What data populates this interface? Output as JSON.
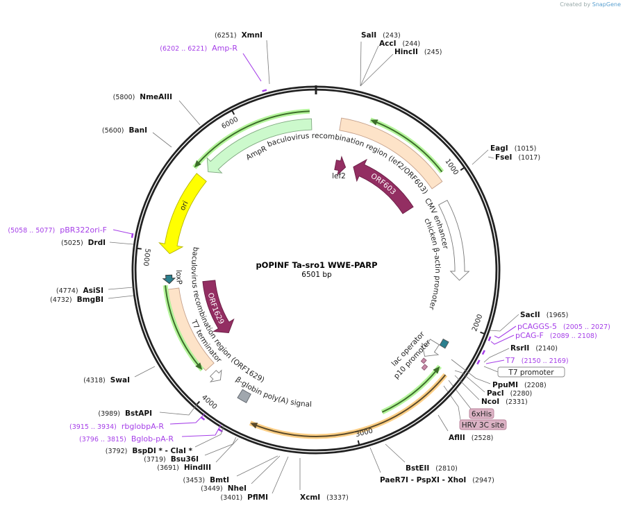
{
  "branding": {
    "prefix": "Created by",
    "brand": "SnapGene"
  },
  "map": {
    "name": "pOPINF Ta-sro1 WWE-PARP",
    "length_label": "6501 bp",
    "total_bp": 6501
  },
  "ticks": [
    "1000",
    "2000",
    "3000",
    "4000",
    "5000",
    "6000"
  ],
  "colors": {
    "primer": "#a53ee8",
    "orf_green": "#3d6e2a",
    "orf_glow_green": "#b5f59c",
    "orf_orange": "#5a4a2a",
    "orf_glow_orange": "#fdcf86",
    "ring": "#222222"
  },
  "features": [
    {
      "label": "AmpR",
      "start": 5640,
      "end": 6470,
      "direction": -1,
      "fill": "#ccf9cc",
      "stroke": "#7fa87f"
    },
    {
      "label": "",
      "start": 5600,
      "end": 6460,
      "direction": -1,
      "kind": "orf-green"
    },
    {
      "label": "ori",
      "start": 4990,
      "end": 5580,
      "direction": -1,
      "fill": "#ffff00",
      "stroke": "#b5b500"
    },
    {
      "label": "baculovirus recombination region (lef2/ORF603)",
      "start": 172,
      "end": 993,
      "direction": 0,
      "fill": "#fde3c8",
      "stroke": "#c49f8a"
    },
    {
      "label": "",
      "start": 360,
      "end": 940,
      "direction": -1,
      "kind": "orf-green"
    },
    {
      "label": "lef2",
      "start": 190,
      "end": 290,
      "direction": 1,
      "fill": "#932e62",
      "stroke": "#6a1e45"
    },
    {
      "label": "ORF603",
      "start": 360,
      "end": 1030,
      "direction": -1,
      "fill": "#932e62",
      "stroke": "#6a1e45"
    },
    {
      "label": "CMV enhancer chicken β-actin promoter",
      "label_lines": [
        "CMV enhancer",
        "chicken β-actin promoter"
      ],
      "start": 1120,
      "end": 1700,
      "direction": 1,
      "fill": "#ffffff",
      "stroke": "#777777"
    },
    {
      "label": "lac operator",
      "start": 2140,
      "end": 2190,
      "direction": 0,
      "fill": "#2b7f8e",
      "stroke": "#555555"
    },
    {
      "label": "p10 promoter",
      "start": 2190,
      "end": 2320,
      "direction": 1,
      "fill": "#ffffff",
      "stroke": "#777777"
    },
    {
      "label": "",
      "start": 2310,
      "end": 2800,
      "direction": -1,
      "kind": "orf-green"
    },
    {
      "label": "",
      "start": 2330,
      "end": 3670,
      "direction": 1,
      "kind": "orf-orange"
    },
    {
      "label": "β-globin poly(A) signal",
      "start": 3750,
      "end": 3820,
      "direction": 0,
      "fill": "#a0a7ae",
      "stroke": "#5c6269"
    },
    {
      "label": "T7 terminator",
      "start": 3990,
      "end": 4060,
      "direction": -1,
      "fill": "#ffffff",
      "stroke": "#777777"
    },
    {
      "label": "baculovirus recombination region (ORF1629)",
      "start": 4110,
      "end": 4740,
      "direction": 0,
      "fill": "#fde3c8",
      "stroke": "#c49f8a"
    },
    {
      "label": "",
      "start": 4130,
      "end": 4770,
      "direction": -1,
      "kind": "orf-green"
    },
    {
      "label": "ORF1629",
      "start": 4230,
      "end": 4770,
      "direction": -1,
      "fill": "#932e62",
      "stroke": "#6a1e45"
    },
    {
      "label": "loxP",
      "start": 4780,
      "end": 4840,
      "direction": -1,
      "fill": "#2b7f8e",
      "stroke": "#333333"
    },
    {
      "label": "6xHis",
      "start": 2335,
      "end": 2365,
      "direction": 0,
      "fill": "#c98aa8",
      "stroke": "#8a5670",
      "boxed": true
    },
    {
      "label": "HRV 3C site",
      "start": 2365,
      "end": 2398,
      "direction": 0,
      "fill": "#c98aa8",
      "stroke": "#8a5670",
      "boxed": true
    },
    {
      "label": "T7 promoter",
      "start": 2150,
      "end": 2169,
      "direction": 1,
      "boxed": true,
      "boxfill": "#ffffff"
    }
  ],
  "sites": [
    {
      "name": "XmnI",
      "pos": "6251"
    },
    {
      "name": "Amp-R",
      "pos": "6202 .. 6221",
      "primer": true
    },
    {
      "name": "NmeAIII",
      "pos": "5800"
    },
    {
      "name": "BanI",
      "pos": "5600"
    },
    {
      "name": "pBR322ori-F",
      "pos": "5058 .. 5077",
      "primer": true
    },
    {
      "name": "DrdI",
      "pos": "5025"
    },
    {
      "name": "AsiSI",
      "pos": "4774"
    },
    {
      "name": "BmgBI",
      "pos": "4732"
    },
    {
      "name": "SwaI",
      "pos": "4318"
    },
    {
      "name": "BstAPI",
      "pos": "3989"
    },
    {
      "name": "rbglobpA-R",
      "pos": "3915 .. 3934",
      "primer": true
    },
    {
      "name": "Bglob-pA-R",
      "pos": "3796 .. 3815",
      "primer": true
    },
    {
      "name": "BspDI * - ClaI *",
      "pos": "3792"
    },
    {
      "name": "Bsu36I",
      "pos": "3719"
    },
    {
      "name": "HindIII",
      "pos": "3691"
    },
    {
      "name": "BmtI",
      "pos": "3453"
    },
    {
      "name": "NheI",
      "pos": "3449"
    },
    {
      "name": "PflMI",
      "pos": "3401"
    },
    {
      "name": "XcmI",
      "pos": "3337"
    },
    {
      "name": "PaeR7I - PspXI - XhoI",
      "pos": "2947"
    },
    {
      "name": "BstEII",
      "pos": "2810"
    },
    {
      "name": "AflII",
      "pos": "2528"
    },
    {
      "name": "NcoI",
      "pos": "2331"
    },
    {
      "name": "PacI",
      "pos": "2280"
    },
    {
      "name": "PpuMI",
      "pos": "2208"
    },
    {
      "name": "T7",
      "pos": "2150 .. 2169",
      "primer": true
    },
    {
      "name": "RsrII",
      "pos": "2140"
    },
    {
      "name": "pCAG-F",
      "pos": "2089 .. 2108",
      "primer": true
    },
    {
      "name": "pCAGGS-5",
      "pos": "2005 .. 2027",
      "primer": true
    },
    {
      "name": "SacII",
      "pos": "1965"
    },
    {
      "name": "EagI",
      "pos": "1015"
    },
    {
      "name": "FseI",
      "pos": "1017"
    },
    {
      "name": "SalI",
      "pos": "243"
    },
    {
      "name": "AccI",
      "pos": "244"
    },
    {
      "name": "HincII",
      "pos": "245"
    }
  ]
}
